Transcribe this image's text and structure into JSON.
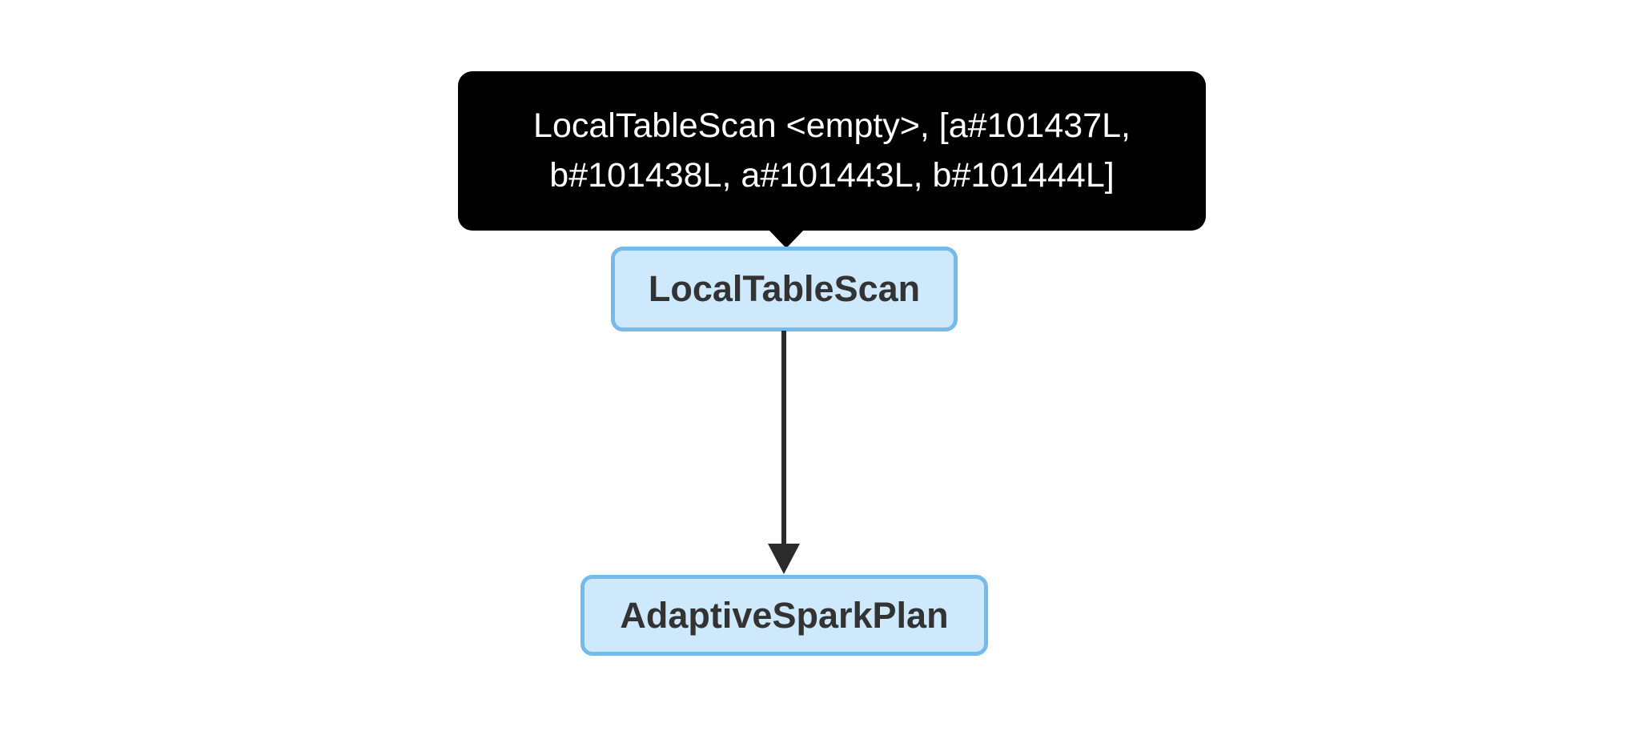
{
  "tooltip": {
    "text": "LocalTableScan <empty>, [a#101437L, b#101438L, a#101443L, b#101444L]"
  },
  "nodes": [
    {
      "id": "node-0",
      "label": "LocalTableScan"
    },
    {
      "id": "node-1",
      "label": "AdaptiveSparkPlan"
    }
  ],
  "edges": [
    {
      "from": "LocalTableScan",
      "to": "AdaptiveSparkPlan"
    }
  ],
  "colors": {
    "tooltip_bg": "#000000",
    "tooltip_text": "#ffffff",
    "node_fill": "#cee9fb",
    "node_border": "#74baeb",
    "node_text": "#333333",
    "edge_color": "#2b2b2b"
  }
}
